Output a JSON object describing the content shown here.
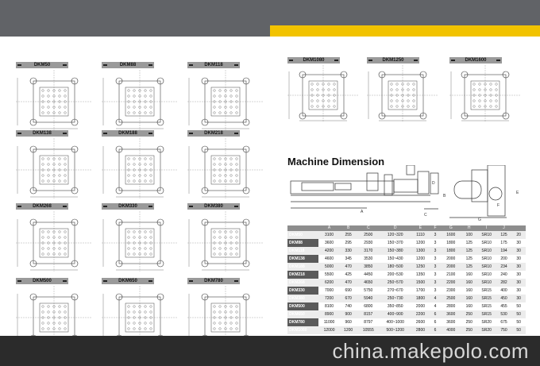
{
  "panels": [
    {
      "label": "DKM50"
    },
    {
      "label": "DKM88"
    },
    {
      "label": "DKM118"
    },
    {
      "label": "DKM138"
    },
    {
      "label": "DKM188"
    },
    {
      "label": "DKM218"
    },
    {
      "label": "DKM268"
    },
    {
      "label": "DKM330"
    },
    {
      "label": "DKM380"
    },
    {
      "label": "DKM500"
    },
    {
      "label": "DKM650"
    },
    {
      "label": "DKM780"
    },
    {
      "label": "DKM1080"
    },
    {
      "label": "DKM1250"
    },
    {
      "label": "DKM1600"
    }
  ],
  "section_title": "Machine Dimension",
  "table": {
    "headers": [
      "",
      "A",
      "B",
      "C",
      "D",
      "E",
      "F",
      "G",
      "H",
      "I",
      "J"
    ],
    "rows": [
      [
        "DKM50",
        "3100",
        "255",
        "2500",
        "120~320",
        "1110",
        "3",
        "1600",
        "100",
        "SR10",
        "125",
        "20"
      ],
      [
        "DKM88",
        "3600",
        "295",
        "2930",
        "150~370",
        "1200",
        "3",
        "1800",
        "125",
        "SR10",
        "175",
        "30"
      ],
      [
        "DKM118",
        "4200",
        "330",
        "3170",
        "150~380",
        "1300",
        "3",
        "1800",
        "125",
        "SR10",
        "194",
        "30"
      ],
      [
        "DKM138",
        "4600",
        "345",
        "3530",
        "150~430",
        "1200",
        "3",
        "2000",
        "125",
        "SR10",
        "200",
        "30"
      ],
      [
        "DKM188",
        "5000",
        "470",
        "3850",
        "180~500",
        "1250",
        "3",
        "2000",
        "125",
        "SR10",
        "234",
        "30"
      ],
      [
        "DKM218",
        "5500",
        "425",
        "4450",
        "200~530",
        "1350",
        "3",
        "2100",
        "160",
        "SR10",
        "240",
        "30"
      ],
      [
        "DKM268",
        "6200",
        "470",
        "4650",
        "250~570",
        "1500",
        "3",
        "2200",
        "160",
        "SR10",
        "282",
        "30"
      ],
      [
        "DKM330",
        "7000",
        "690",
        "5750",
        "270~670",
        "1700",
        "3",
        "2300",
        "160",
        "SR15",
        "400",
        "30"
      ],
      [
        "DKM380",
        "7200",
        "670",
        "5940",
        "250~730",
        "1800",
        "4",
        "2500",
        "160",
        "SR15",
        "450",
        "30"
      ],
      [
        "DKM500",
        "8100",
        "740",
        "6800",
        "350~850",
        "2000",
        "4",
        "2800",
        "160",
        "SR15",
        "455",
        "50"
      ],
      [
        "DKM650",
        "8900",
        "900",
        "8157",
        "400~900",
        "2200",
        "6",
        "3600",
        "250",
        "SR15",
        "530",
        "50"
      ],
      [
        "DKM780",
        "11000",
        "960",
        "8797",
        "400~1000",
        "2600",
        "6",
        "3600",
        "250",
        "SR20",
        "675",
        "50"
      ],
      [
        "DKM1080",
        "12000",
        "1200",
        "10555",
        "500~1200",
        "2800",
        "6",
        "4000",
        "250",
        "SR20",
        "750",
        "50"
      ]
    ]
  },
  "watermark": "china.makepolo.com",
  "colors": {
    "header_bar": "#616367",
    "accent": "#f2c300",
    "footer_bar": "#2b2b2b"
  }
}
